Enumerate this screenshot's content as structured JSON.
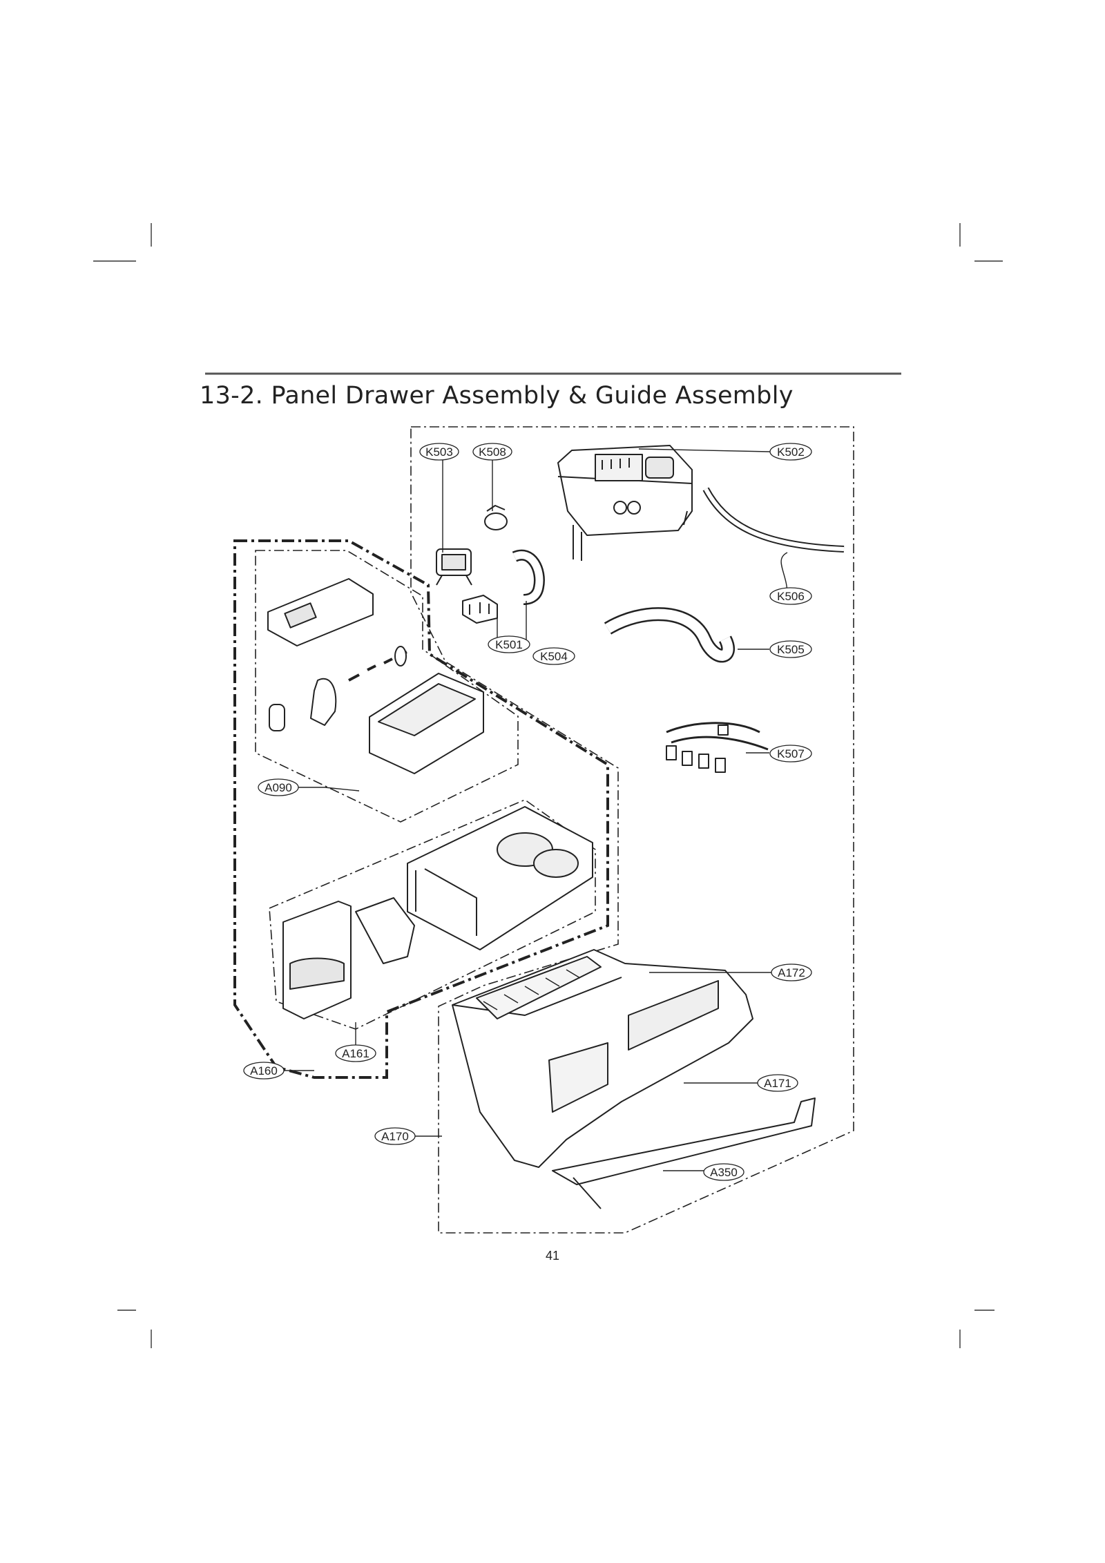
{
  "page": {
    "title": "13-2. Panel Drawer Assembly & Guide Assembly",
    "page_number": "41"
  },
  "callouts": {
    "K503": "K503",
    "K508": "K508",
    "K502": "K502",
    "K506": "K506",
    "K501": "K501",
    "K504": "K504",
    "K505": "K505",
    "K507": "K507",
    "A090": "A090",
    "A172": "A172",
    "A161": "A161",
    "A160": "A160",
    "A171": "A171",
    "A170": "A170",
    "A350": "A350"
  },
  "colors": {
    "ink": "#222222",
    "rule": "#555555",
    "shade": "#cfcfcf"
  }
}
